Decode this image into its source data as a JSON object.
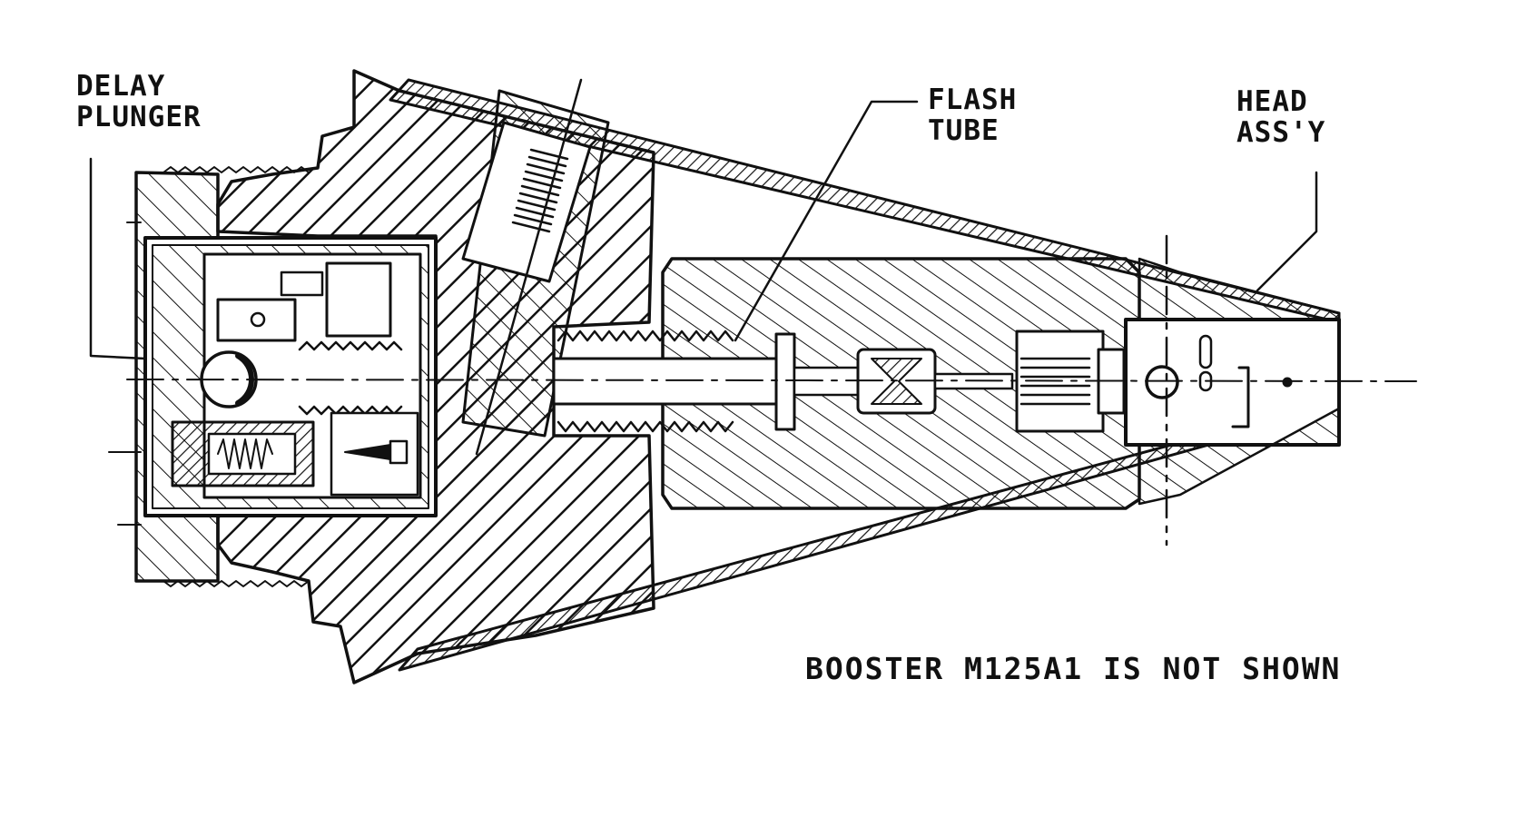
{
  "labels": {
    "delay_plunger": [
      "DELAY",
      "PLUNGER"
    ],
    "flash_tube": [
      "FLASH",
      "TUBE"
    ],
    "head_assy": [
      "HEAD",
      "ASS'Y"
    ]
  },
  "note": "BOOSTER M125A1 IS NOT SHOWN",
  "colors": {
    "ink": "#111111",
    "paper": "#ffffff"
  }
}
